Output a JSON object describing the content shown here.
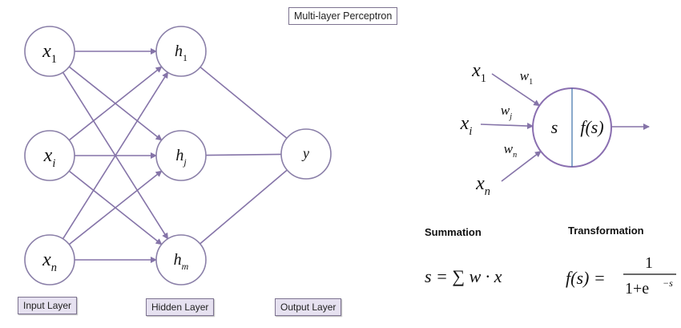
{
  "title": "Multi-layer Perceptron",
  "network": {
    "input_nodes": [
      {
        "label": "x",
        "sub": "1"
      },
      {
        "label": "x",
        "sub": "i"
      },
      {
        "label": "x",
        "sub": "n"
      }
    ],
    "hidden_nodes": [
      {
        "label": "h",
        "sub": "1"
      },
      {
        "label": "h",
        "sub": "j"
      },
      {
        "label": "h",
        "sub": "m"
      }
    ],
    "output_nodes": [
      {
        "label": "y",
        "sub": ""
      }
    ],
    "layer_labels": {
      "input": "Input Layer",
      "hidden": "Hidden Layer",
      "output": "Output Layer"
    }
  },
  "neuron": {
    "inputs": [
      {
        "label": "x",
        "sub": "1",
        "weight": "w",
        "weight_sub": "1"
      },
      {
        "label": "x",
        "sub": "i",
        "weight": "w",
        "weight_sub": "j"
      },
      {
        "label": "x",
        "sub": "n",
        "weight": "w",
        "weight_sub": "n"
      }
    ],
    "sum_label": "s",
    "activation_label": "f(s)"
  },
  "formulas": {
    "summation_heading": "Summation",
    "summation": "s = ∑ w · x",
    "transformation_heading": "Transformation",
    "transformation_lhs": "f(s) =",
    "transformation_num": "1",
    "transformation_den": "1+e",
    "transformation_exp": "−s"
  },
  "colors": {
    "edge": "#8574a8",
    "node_border": "#8a7fa8",
    "label_box_fill": "#e6e1f0"
  }
}
